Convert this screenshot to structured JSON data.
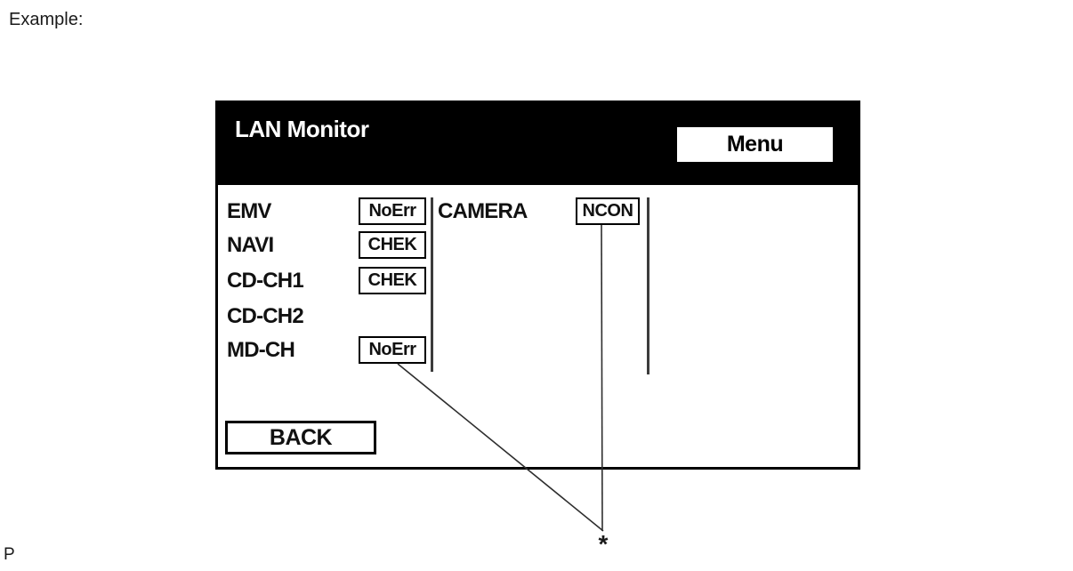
{
  "page": {
    "example_label": "Example:",
    "footnote_marker": "*",
    "footer_fragment": "P"
  },
  "screen": {
    "title": "LAN Monitor",
    "menu_button_label": "Menu",
    "back_button_label": "BACK",
    "device_rows": [
      {
        "label": "EMV",
        "status": "NoErr"
      },
      {
        "label": "NAVI",
        "status": "CHEK"
      },
      {
        "label": "CD-CH1",
        "status": "CHEK"
      },
      {
        "label": "CD-CH2",
        "status": ""
      },
      {
        "label": "MD-CH",
        "status": "NoErr"
      }
    ],
    "camera_row": {
      "label": "CAMERA",
      "status": "NCON"
    }
  },
  "colors": {
    "ink": "#111111",
    "header_bg": "#000000",
    "header_text": "#ffffff",
    "screen_border": "#000000",
    "callout_line": "#2e2e2e"
  }
}
